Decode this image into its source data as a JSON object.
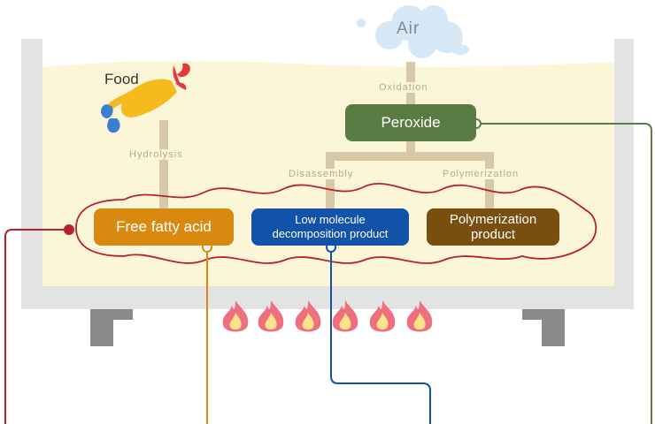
{
  "labels": {
    "air": "Air",
    "food": "Food",
    "oxidation": "Oxidation",
    "hydrolysis": "Hydrolysis",
    "disassembly": "Disassembly",
    "polymerization_step": "Polymerization"
  },
  "boxes": {
    "peroxide": "Peroxide",
    "free_fatty_acid": "Free fatty acid",
    "low_molecule": "Low molecule\ndecomposition product",
    "polymerization_product": "Polymerization\nproduct"
  },
  "colors": {
    "peroxide": "#5b7b45",
    "free_fatty_acid": "#d88a10",
    "low_molecule": "#1252a8",
    "polymerization_product": "#7a4e0f",
    "oil": "#fcf6d9",
    "wave": "#b8202a",
    "pan": "#e3e3e3",
    "stand": "#8a8a8a",
    "flame_outer": "#ee6f7d",
    "flame_inner": "#fde38a",
    "connector": "#d8c9a6",
    "cloud": "#d6e8f5"
  },
  "icons": {
    "cloud": "cloud-icon",
    "food": "shrimp-tempura-icon",
    "flame": "flame-icon"
  }
}
